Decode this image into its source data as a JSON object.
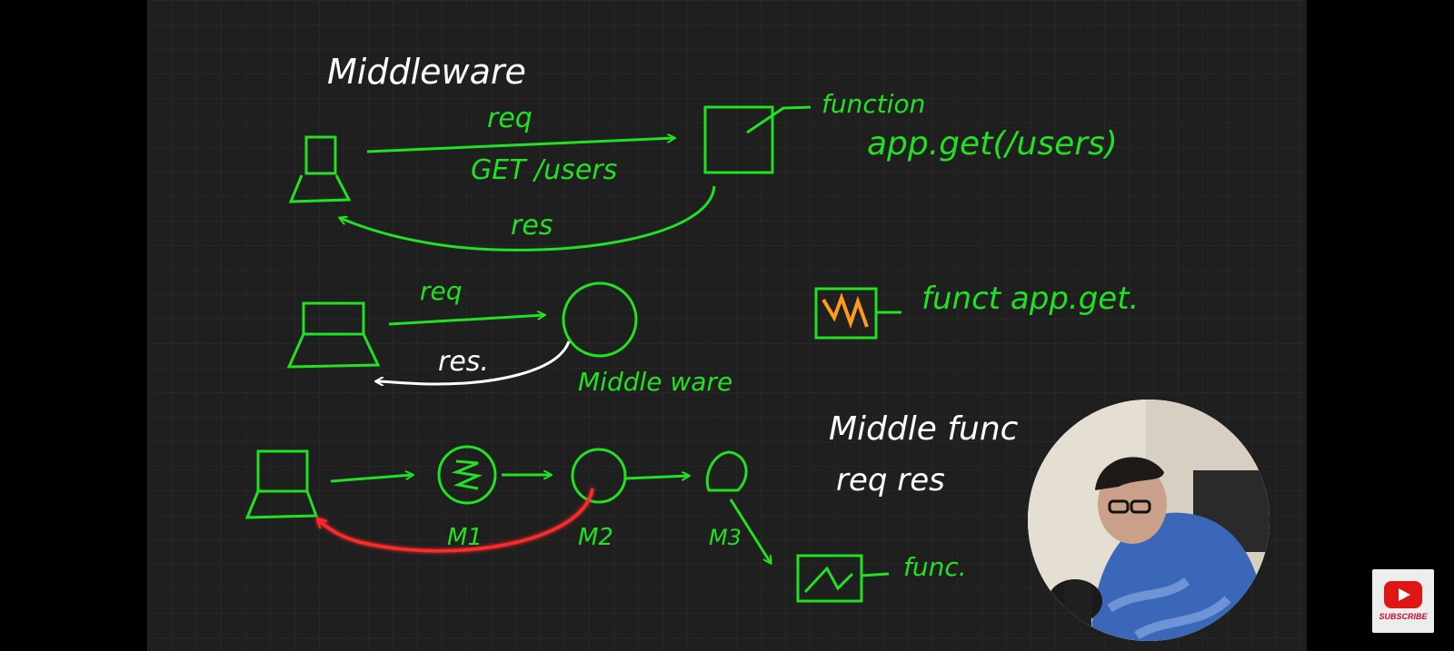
{
  "colors": {
    "green": "#22e022",
    "white": "#ffffff",
    "red": "#ff2a2a",
    "orange": "#ff9a1a",
    "board": "#1f1f1f"
  },
  "board": {
    "title": "Middleware",
    "row1": {
      "req": "req",
      "route": "GET /users",
      "res": "res",
      "note_function": "function",
      "note_code": "app.get(/users)"
    },
    "row2": {
      "req": "req",
      "res": "res.",
      "middleware_label": "Middle ware",
      "legend": "funct app.get."
    },
    "row3": {
      "m1": "M1",
      "m2": "M2",
      "m3": "M3",
      "func": "func.",
      "middle_func": "Middle func",
      "req_res": "req res"
    }
  },
  "overlay": {
    "subscribe_label": "SUBSCRIBE",
    "icon": "youtube-icon"
  }
}
